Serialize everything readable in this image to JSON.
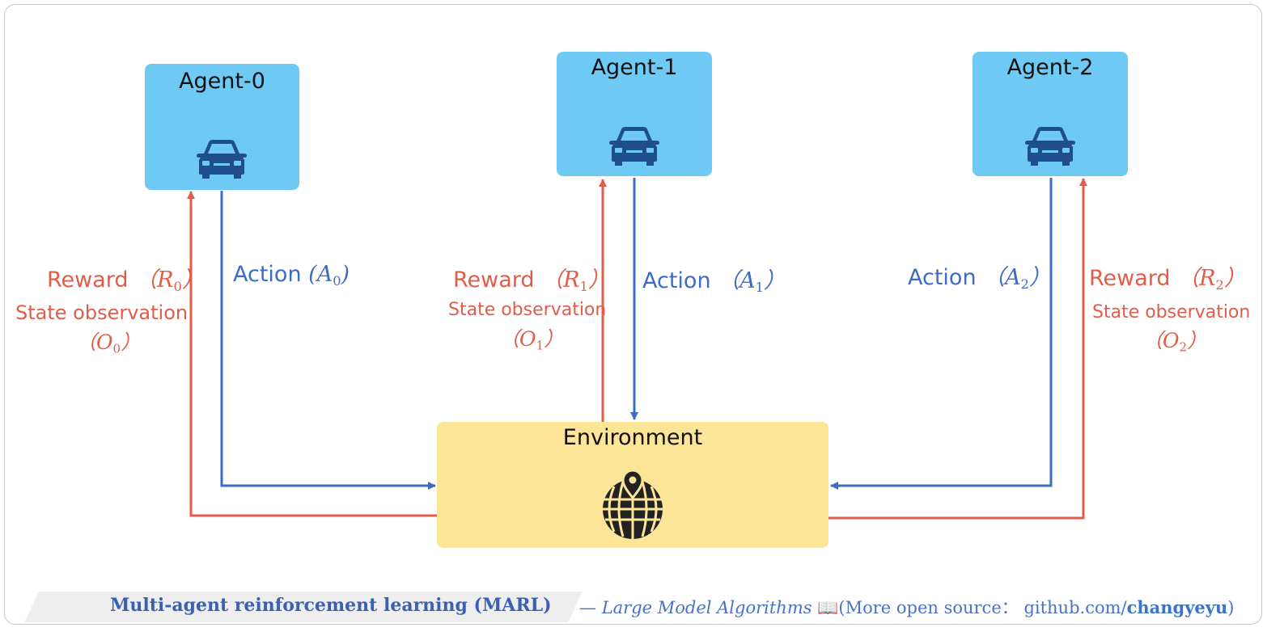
{
  "agents": [
    {
      "name": "Agent-0"
    },
    {
      "name": "Agent-1"
    },
    {
      "name": "Agent-2"
    }
  ],
  "environment": {
    "name": "Environment"
  },
  "labels": {
    "reward_0": "Reward",
    "reward_0_sym": "R",
    "reward_0_sub": "0",
    "action_0": "Action",
    "action_0_sym": "A",
    "action_0_sub": "0",
    "state_0": "State observation",
    "state_0_sym": "O",
    "state_0_sub": "0",
    "reward_1": "Reward",
    "reward_1_sym": "R",
    "reward_1_sub": "1",
    "action_1": "Action",
    "action_1_sym": "A",
    "action_1_sub": "1",
    "state_1": "State observation",
    "state_1_sym": "O",
    "state_1_sub": "1",
    "reward_2": "Reward",
    "reward_2_sym": "R",
    "reward_2_sub": "2",
    "action_2": "Action",
    "action_2_sym": "A",
    "action_2_sub": "2",
    "state_2": "State observation",
    "state_2_sym": "O",
    "state_2_sub": "2"
  },
  "footer": {
    "title": "Multi-agent reinforcement learning (MARL)",
    "dash": "—",
    "subtitle": "Large Model Algorithms",
    "book_icon": "📖",
    "more_prefix": "(More open source：",
    "github_prefix": "github.com/",
    "github_user": "changyeyu",
    "close_paren": ")"
  },
  "colors": {
    "agent_box": "#6ecaf4",
    "environment_box": "#fde598",
    "reward_arrow": "#e25c4a",
    "action_arrow": "#3d6cc7",
    "car_icon": "#1f4e8f",
    "globe_icon": "#222222"
  },
  "icons": {
    "agent": "car-icon",
    "environment": "globe-location-icon"
  }
}
